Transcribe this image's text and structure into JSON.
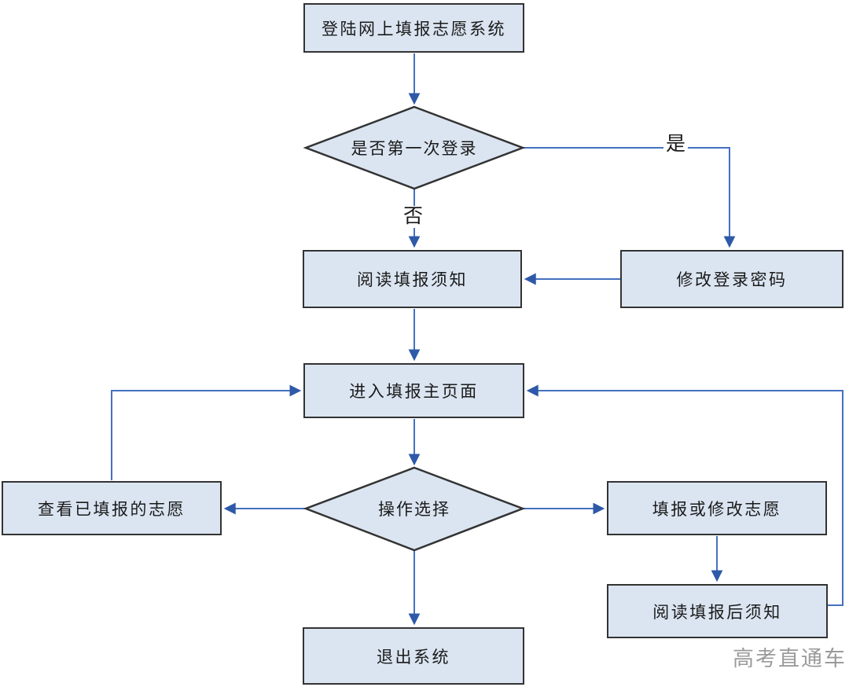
{
  "diagram": {
    "type": "flowchart",
    "nodes": {
      "login": {
        "label": "登陆网上填报志愿系统",
        "shape": "process"
      },
      "first_login": {
        "label": "是否第一次登录",
        "shape": "decision"
      },
      "change_password": {
        "label": "修改登录密码",
        "shape": "process"
      },
      "read_notice": {
        "label": "阅读填报须知",
        "shape": "process"
      },
      "main_page": {
        "label": "进入填报主页面",
        "shape": "process"
      },
      "operation_select": {
        "label": "操作选择",
        "shape": "decision"
      },
      "view_filled": {
        "label": "查看已填报的志愿",
        "shape": "process"
      },
      "fill_or_modify": {
        "label": "填报或修改志愿",
        "shape": "process"
      },
      "read_post_notice": {
        "label": "阅读填报后须知",
        "shape": "process"
      },
      "exit_system": {
        "label": "退出系统",
        "shape": "process"
      }
    },
    "edge_labels": {
      "yes": "是",
      "no": "否"
    },
    "edges": [
      {
        "from": "login",
        "to": "first_login"
      },
      {
        "from": "first_login",
        "to": "change_password",
        "label": "是"
      },
      {
        "from": "first_login",
        "to": "read_notice",
        "label": "否"
      },
      {
        "from": "change_password",
        "to": "read_notice"
      },
      {
        "from": "read_notice",
        "to": "main_page"
      },
      {
        "from": "main_page",
        "to": "operation_select"
      },
      {
        "from": "operation_select",
        "to": "view_filled"
      },
      {
        "from": "operation_select",
        "to": "fill_or_modify"
      },
      {
        "from": "operation_select",
        "to": "exit_system"
      },
      {
        "from": "view_filled",
        "to": "main_page"
      },
      {
        "from": "fill_or_modify",
        "to": "read_post_notice"
      },
      {
        "from": "read_post_notice",
        "to": "main_page"
      }
    ],
    "watermark": "高考直通车"
  },
  "colors": {
    "node_fill": "#dbe5f1",
    "node_border": "#333333",
    "connector": "#4470c0",
    "arrowhead": "#2e59a8",
    "watermark": "#9b9b9b",
    "canvas_bg": "#ffffff",
    "text": "#1a1a1a"
  }
}
